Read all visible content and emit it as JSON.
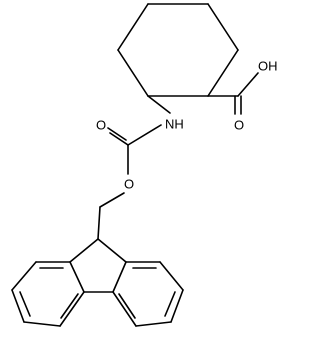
{
  "atoms": {
    "oh": "OH",
    "o_carbonyl_acid": "O",
    "nh": "NH",
    "o_carbonyl_carbamate": "O",
    "o_ester": "O"
  },
  "colors": {
    "bond": "#000000",
    "background": "#ffffff"
  }
}
